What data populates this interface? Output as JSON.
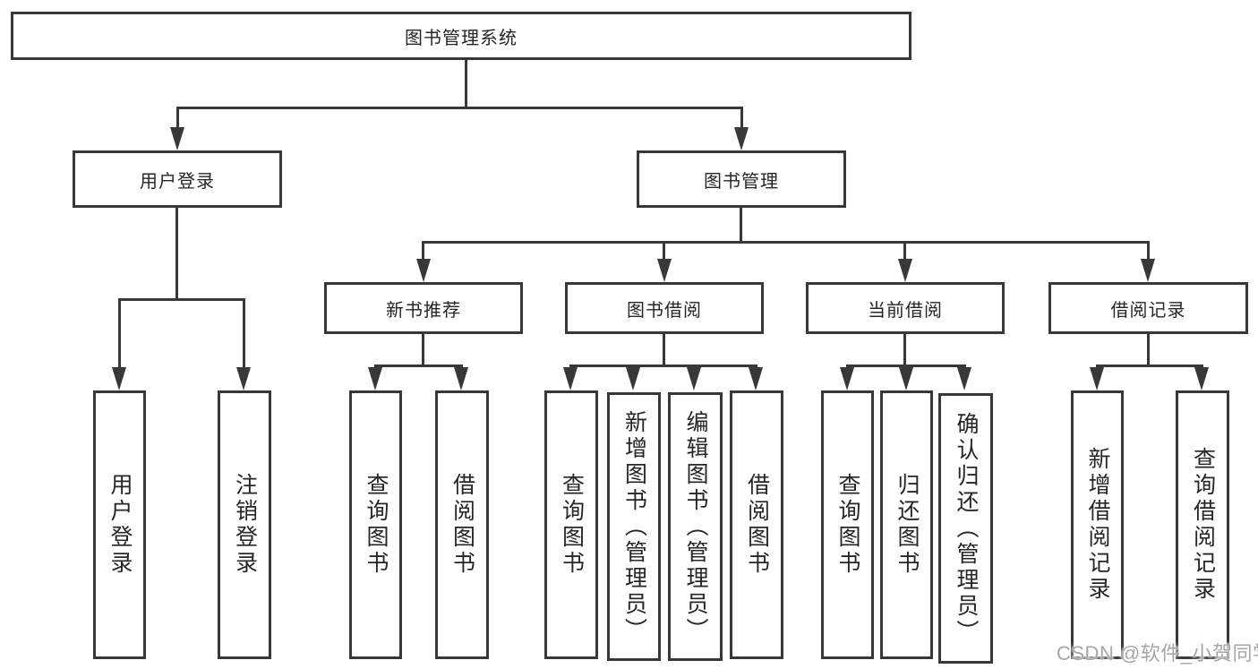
{
  "diagram": {
    "title": "图书管理系统",
    "root": {
      "label": "图书管理系统"
    },
    "level2": [
      {
        "id": "user-login",
        "label": "用户登录"
      },
      {
        "id": "book-management",
        "label": "图书管理"
      }
    ],
    "level3": [
      {
        "id": "new-book-recommendation",
        "parent": "book-management",
        "label": "新书推荐"
      },
      {
        "id": "book-borrowing",
        "parent": "book-management",
        "label": "图书借阅"
      },
      {
        "id": "current-borrowing",
        "parent": "book-management",
        "label": "当前借阅"
      },
      {
        "id": "borrowing-records",
        "parent": "book-management",
        "label": "借阅记录"
      }
    ],
    "leaves": [
      {
        "id": "user-login-leaf",
        "parent": "user-login",
        "label": "用户登录"
      },
      {
        "id": "logout",
        "parent": "user-login",
        "label": "注销登录"
      },
      {
        "id": "query-books-recommend",
        "parent": "new-book-recommendation",
        "label": "查询图书"
      },
      {
        "id": "borrow-books-recommend",
        "parent": "new-book-recommendation",
        "label": "借阅图书"
      },
      {
        "id": "query-books-borrowing",
        "parent": "book-borrowing",
        "label": "查询图书"
      },
      {
        "id": "add-book-admin",
        "parent": "book-borrowing",
        "label": "新增图书（管理员）"
      },
      {
        "id": "edit-book-admin",
        "parent": "book-borrowing",
        "label": "编辑图书（管理员）"
      },
      {
        "id": "borrow-books-borrowing",
        "parent": "book-borrowing",
        "label": "借阅图书"
      },
      {
        "id": "query-books-current",
        "parent": "current-borrowing",
        "label": "查询图书"
      },
      {
        "id": "return-books",
        "parent": "current-borrowing",
        "label": "归还图书"
      },
      {
        "id": "confirm-return-admin",
        "parent": "current-borrowing",
        "label": "确认归还（管理员）"
      },
      {
        "id": "add-borrow-record",
        "parent": "borrowing-records",
        "label": "新增借阅记录"
      },
      {
        "id": "query-borrow-record",
        "parent": "borrowing-records",
        "label": "查询借阅记录"
      }
    ]
  },
  "colors": {
    "line": "#383838",
    "text": "#262626",
    "watermark": "#a6a6a6",
    "background": "#ffffff"
  },
  "watermark": {
    "text": "CSDN @软件_小贺同学"
  }
}
